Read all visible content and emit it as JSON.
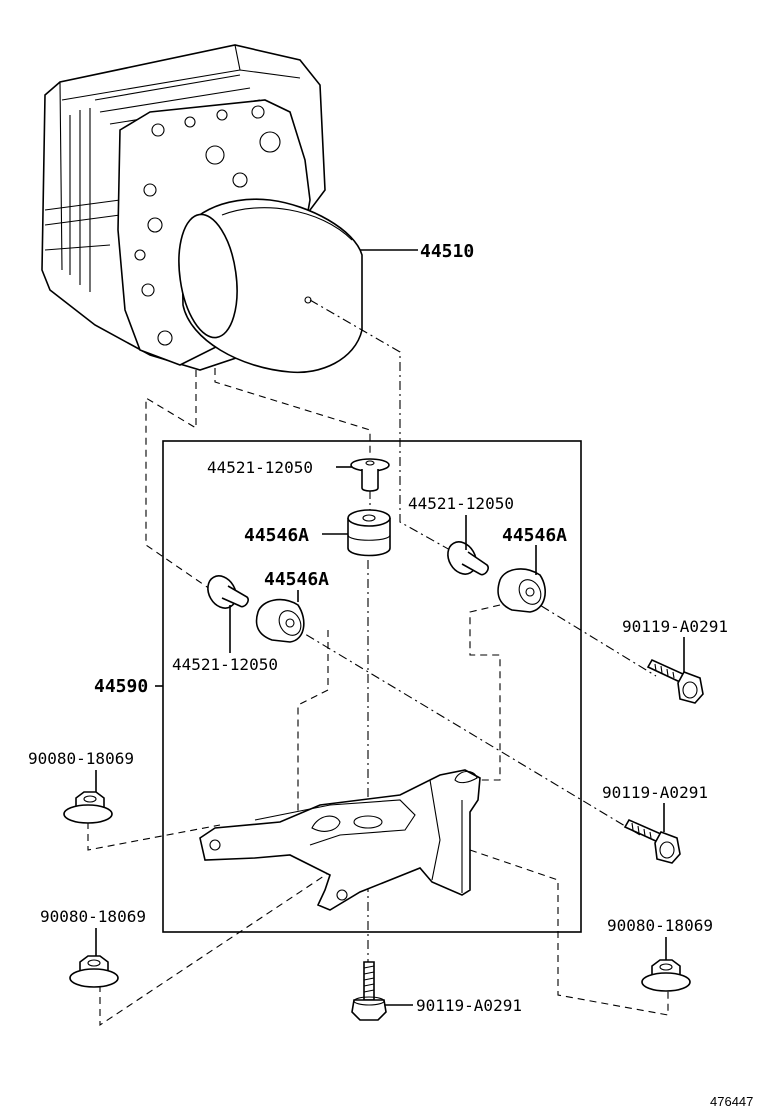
{
  "parts": {
    "actuator": "44510",
    "bracket_assy": "44590",
    "grommet_top": "44546A",
    "grommet_right": "44546A",
    "grommet_left": "44546A",
    "pin_top": "44521-12050",
    "pin_right": "44521-12050",
    "pin_left": "44521-12050",
    "bolt_right_upper": "90119-A0291",
    "bolt_right_lower": "90119-A0291",
    "bolt_bottom": "90119-A0291",
    "nut_left_upper": "90080-18069",
    "nut_left_lower": "90080-18069",
    "nut_right_lower": "90080-18069"
  },
  "figure_id": "476447"
}
